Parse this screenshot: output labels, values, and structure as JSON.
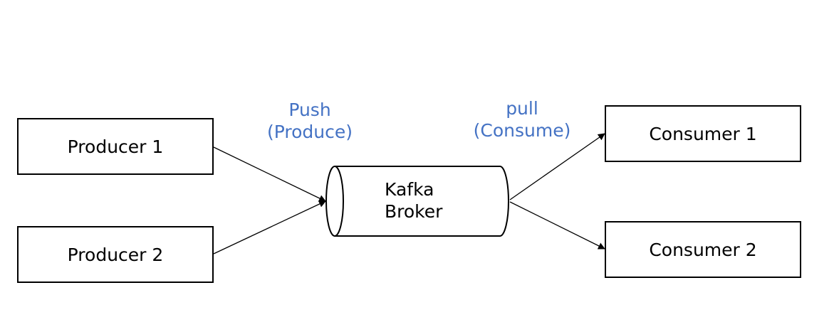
{
  "nodes": {
    "producer_1": "Producer 1",
    "producer_2": "Producer 2",
    "broker": {
      "line1": "Kafka",
      "line2": "Broker"
    },
    "consumer_1": "Consumer 1",
    "consumer_2": "Consumer 2"
  },
  "edges": {
    "push": {
      "line1": "Push",
      "line2": "(Produce)"
    },
    "pull": {
      "line1": "pull",
      "line2": "(Consume)"
    }
  },
  "colors": {
    "edge_label": "#4472C4",
    "stroke": "#000000",
    "background": "#FFFFFF"
  }
}
